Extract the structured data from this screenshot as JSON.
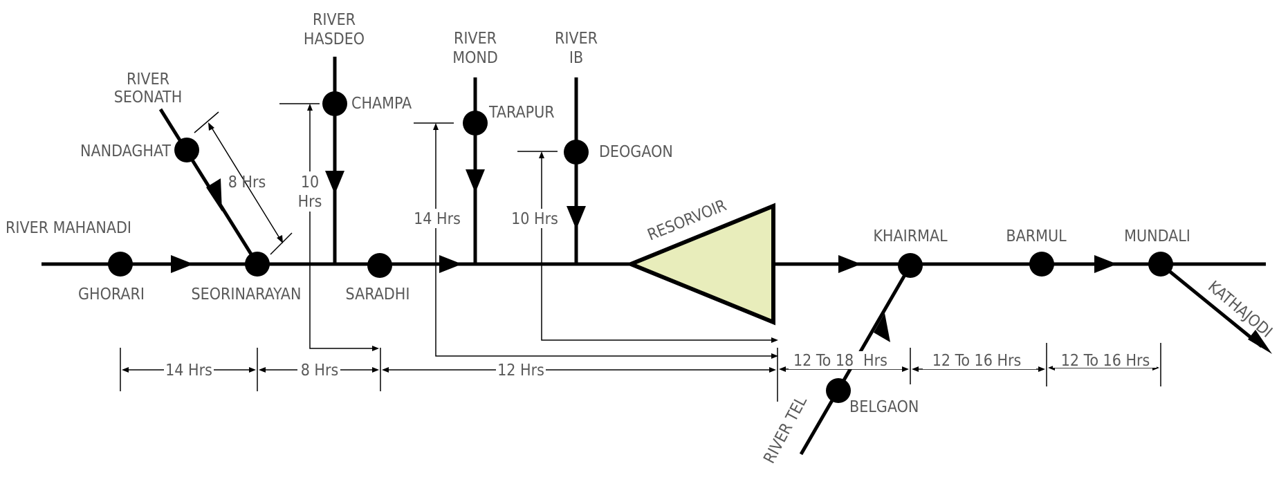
{
  "labels": {
    "river_mahanadi": "RIVER MAHANADI",
    "river_seonath": [
      "RIVER",
      "SEONATH"
    ],
    "river_hasdeo": [
      "RIVER",
      "HASDEO"
    ],
    "river_mond": [
      "RIVER",
      "MOND"
    ],
    "river_ib": [
      "RIVER",
      "IB"
    ],
    "river_tel": "RIVER TEL",
    "reservoir": "RESORVOIR",
    "kathajodi": "KATHAJODI"
  },
  "stations": {
    "ghorari": "GHORARI",
    "seorinarayan": "SEORINARAYAN",
    "saradhi": "SARADHI",
    "nandaghat": "NANDAGHAT",
    "champa": "CHAMPA",
    "tarapur": "TARAPUR",
    "deogaon": "DEOGAON",
    "khairmal": "KHAIRMAL",
    "barmul": "BARMUL",
    "mundali": "MUNDALI",
    "belgaon": "BELGAON"
  },
  "travel_times": {
    "ghorari_to_seorinarayan": "14 Hrs",
    "seorinarayan_to_saradhi": "8 Hrs",
    "saradhi_to_reservoir": "12 Hrs",
    "nandaghat_to_seorinarayan": "8 Hrs",
    "champa_to_saradhi": [
      "10",
      "Hrs"
    ],
    "tarapur_to_reservoir": "14 Hrs",
    "deogaon_to_reservoir": "10 Hrs",
    "reservoir_to_khairmal": [
      "12 To 18",
      "Hrs"
    ],
    "khairmal_to_barmul": "12 To 16 Hrs",
    "barmul_to_mundali": "12 To 16 Hrs"
  },
  "colors": {
    "reservoir_fill": "#e8edbb",
    "line": "#000000",
    "text": "#595959"
  }
}
